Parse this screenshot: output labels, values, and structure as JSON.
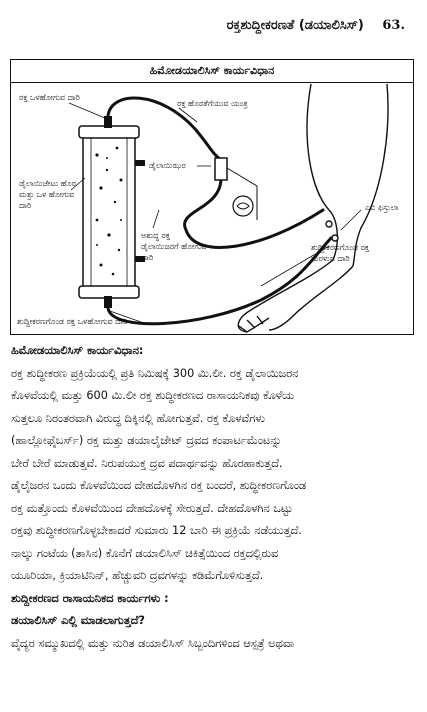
{
  "header": {
    "title": "ರಕ್ತಶುದ್ದೀಕರಣತೆ (ಡಯಾಲಿಸಿಸ್)",
    "page_number": "63."
  },
  "figure": {
    "title": "ಹಿಮೋಡಯಾಲಿಸಿಸ್ ಕಾರ್ಯವಿಧಾನ",
    "labels": {
      "blood_inlet": "ರಕ್ತ ಒಳಹೋಗುವ ದಾರಿ",
      "pump": "ರಕ್ತ ಹೊರತೆಗೆಯುವ ಯಂತ್ರ",
      "dialyser": "ಡೈಲಾಯಿಝರ",
      "dialysate": "ಡೈಲಾಯಿಜೇಟು ಹೊರ ಮತ್ತು ಒಳ ಹೋಗುವ ದಾರಿ",
      "impure_blood": "ಅಶುದ್ಧ ರಕ್ತ ಡೈಲಾಯಿಜರಗೆ ಹೋಗುವ ದಾರಿ",
      "av_fistula": "ಎವಿ ಫಿಸ್ತುಲಾ",
      "purified_return": "ಶುದ್ದೀಕರಣಗೊಂಡ ರಕ್ತ ಮರಳುವ ದಾರಿ",
      "purified_inlet": "ಶುದ್ದೀಕರಣಗೊಂಡ ರಕ್ತ ಒಳಹೋಗುವ ದಾರಿ"
    }
  },
  "content": {
    "heading1": "ಹಿಮೋಡಯಾಲಿಸಿಸ್ ಕಾರ್ಯವಿಧಾನ:",
    "para1": [
      "ರಕ್ತ ಶುದ್ಧೀಕರಣ ಪ್ರಕ್ರಿಯೆಯಲ್ಲಿ ಪ್ರತಿ ನಿಮಿಷಕ್ಕೆ 300 ಮಿ.ಲೀ. ರಕ್ತ ಡೈಲಾಯಿಜರನ",
      "ಕೊಳವೆಯಲ್ಲಿ ಮತ್ತು 600  ಮಿ.ಲೀ ರಕ್ತ ಶುದ್ಧೀಕರಣದ ರಾಸಾಯನಿಕವು ಕೊಳೆಯ",
      "ಸುತ್ತಲೂ ನಿರಂತರವಾಗಿ ವಿರುದ್ಧ ದಿಕ್ಕಿನಲ್ಲಿ ಹೋಗುತ್ತವೆ. ರಕ್ತ ಕೊಳವೆಗಳು",
      "(ಹಾಲ್ಲೋಫೈಬರ್ಸ್)  ರಕ್ತ ಮತ್ತು ಡಯಾಲೈಜೇಟ್ ದ್ರವದ ಕಂಪಾರ್ಟಮೆಂಟನ್ನು",
      "ಬೇರೆ ಬೇರೆ ಮಾಡುತ್ತವೆ. ನಿರುಪಯುಕ್ತ ದ್ರವ ಪದಾರ್ಥವನ್ನು ಹೊರಹಾಕುತ್ತದೆ."
    ],
    "para2": [
      "ಡೈಲೈಜರನ ಒಂದು ಕೊಳವೆಯಿಂದ ದೇಹದೊಳಗಿನ ರಕ್ತ ಬಂದರೆ, ಶುದ್ಧೀಕರಣಗೊಂಡ",
      "ರಕ್ತ ಮತ್ತೊಂದು ಕೊಳವೆಯಿಂದ ದೇಹದೊಳಕ್ಕೆ ಸೇರುತ್ತದೆ. ದೇಹದೊಳಗಿನ ಒಟ್ಟು",
      "ರಕ್ತವು ಶುದ್ಧೀಕರಣಗೊಳ್ಳಬೇಕಾದರೆ ಸುಮಾರು 12 ಬಾರಿ ಈ ಪ್ರಕ್ರಿಯೆ ನಡೆಯುತ್ತದೆ.",
      "ನಾಲ್ಕು ಗಂಟೆಯ (ತಾಸಿನ) ಕೊನೆಗೆ ಡಯಾಲಿಸಿಸ್ ಚಿಕಿತ್ಸೆಯಿಂದ ರಕ್ತದಲ್ಲಿರುವ",
      "ಯೂರಿಯಾ, ಕ್ರಿಯಾಟಿನಿನ್, ಹೆಚ್ಚುವರಿ ದ್ರವಗಳನ್ನು ಕಡಿಮೆಗೊಳಿಸುತ್ತದೆ."
    ],
    "heading2": "ಶುದ್ದೀಕರಣದ ರಾಸಾಯನಿಕದ ಕಾರ್ಯಗಳು :",
    "heading3": "ಡಯಾಲಿಸಿಸ್ ಎಲ್ಲಿ ಮಾಡಲಾಗುತ್ತದೆ?",
    "para3": [
      "ವೈದ್ಯರ ಸಮ್ಮುಖದಲ್ಲಿ ಮತ್ತು ನುರಿತ ಡಯಾಲಿಸಿಸ್ ಸಿಬ್ಬಂದಿಗಳಿಂದ ಆಸ್ಪತ್ರೆ ಅಥವಾ"
    ]
  }
}
